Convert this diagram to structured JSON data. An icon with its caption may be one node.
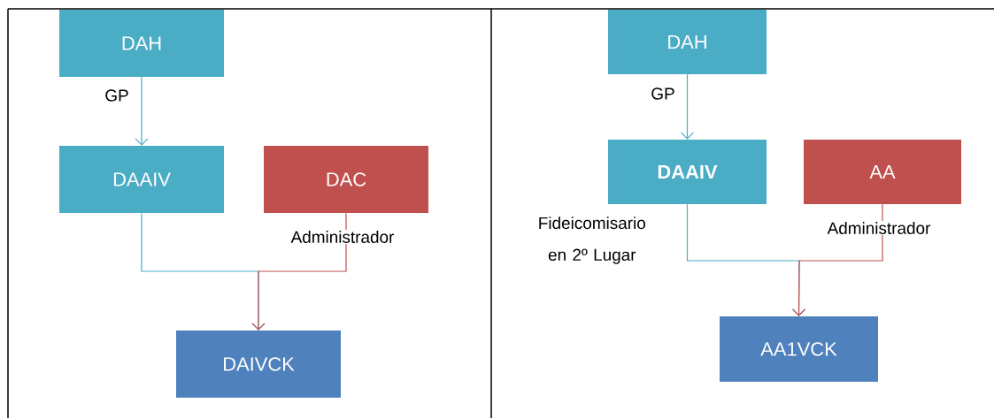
{
  "diagram": {
    "nodes": [
      {
        "text": [
          "DAH"
        ]
      },
      {
        "text": [
          "DAAIV"
        ]
      },
      {
        "text": [
          "DAC"
        ]
      },
      {
        "text": [
          "DAIVCK"
        ]
      },
      {
        "text": [
          "DAH"
        ]
      },
      {
        "text": [
          "DAAIV"
        ]
      },
      {
        "text": [
          "AA"
        ]
      },
      {
        "text": [
          "AA1VCK"
        ]
      }
    ],
    "edges": [
      {
        "from": 0,
        "to": 1,
        "arrow": "to",
        "label": "GP"
      },
      {
        "from": 1,
        "to": 3,
        "arrow": "to"
      },
      {
        "from": 2,
        "to": 3,
        "arrow": "to",
        "label": "Administrador",
        "color": "#c0504d"
      },
      {
        "from": 4,
        "to": 5,
        "arrow": "to",
        "label": "GP"
      },
      {
        "from": 5,
        "to": 7,
        "arrow": "to",
        "label": "Fideicomisario en 2º Lugar"
      },
      {
        "from": 6,
        "to": 7,
        "arrow": "to",
        "label": "Administrador",
        "color": "#c0504d"
      }
    ]
  }
}
